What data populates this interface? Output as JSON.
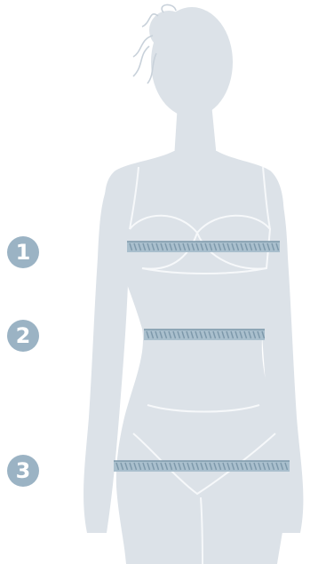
{
  "colors": {
    "silhouette": "#dce2e8",
    "outline": "#f6f8fa",
    "tape": "#9bb3c4",
    "tape_ticks": "#7d98aa",
    "badge": "#9bb3c4",
    "badge_text": "#ffffff"
  },
  "markers": [
    {
      "label": "1"
    },
    {
      "label": "2"
    },
    {
      "label": "3"
    }
  ]
}
